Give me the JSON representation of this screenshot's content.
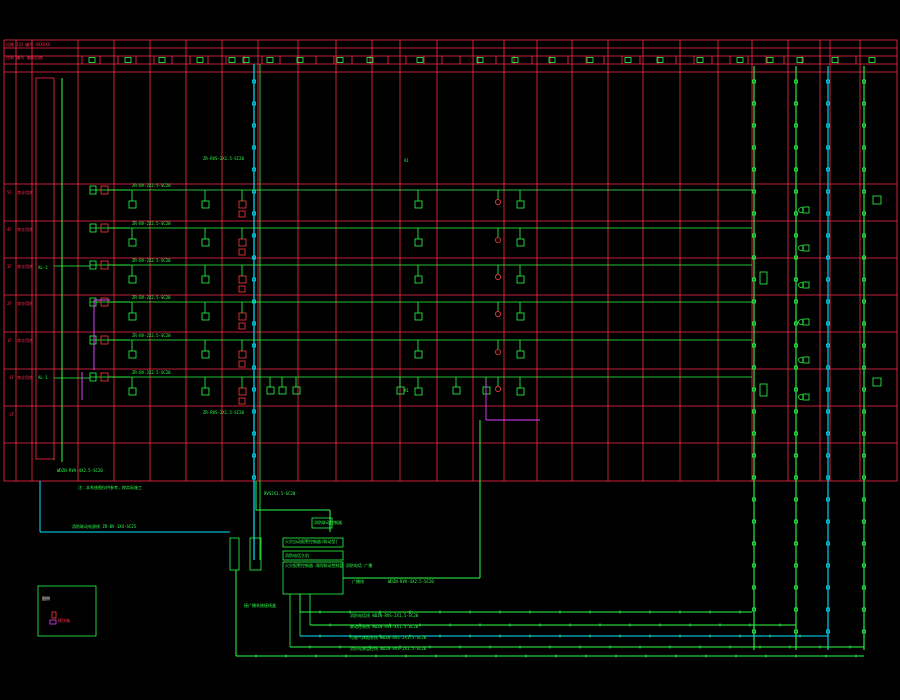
{
  "colors": {
    "background": "#000000",
    "grid": "#ff2a4a",
    "wire": "#2bff4a",
    "riser": "#00e5ff",
    "device": "#ff3a3a",
    "magenta": "#e040fb",
    "white": "#ffffff"
  },
  "header": {
    "top_left_1": "回路 1回 编号 XXXXXX",
    "top_left_2": "控制 编号 编制回路"
  },
  "floors": [
    "5F",
    "4F",
    "3F",
    "2F",
    "1F",
    "-1F",
    "-2F"
  ],
  "floor_rooms": [
    "商业用房",
    "商业用房",
    "商业用房",
    "商业用房",
    "商业用房",
    "商业用房",
    ""
  ],
  "panels": {
    "p1": "AL-2",
    "p2": "AL-1"
  },
  "annotations": {
    "zone_5f": "ZR-BV-2X2.5-SC20",
    "zone_4f": "ZR-BV-2X2.5-SC20",
    "zone_3f": "ZR-BV-2X2.5-SC20",
    "zone_2f": "ZR-BV-2X2.5-SC20",
    "zone_1f": "ZR-BV-2X2.5-SC20",
    "zone_m1f": "ZR-BV-2X2.5-SC20",
    "bus_top": "ZR-RVS-2X1.5-SC20",
    "bus_bottom": "ZR-RVS-2X1.5-SC20",
    "tag_a1": "A1",
    "tag_a2": "A1",
    "riser_bottom": "WDZN-RVV-4X2.5-SC20"
  },
  "notes": {
    "note1": "注：本系统图仅供参考，按实际施工",
    "note2": "消防联动电源线 ZR-BV-3X4-SC25",
    "note3": "RVS2X1.5-SC20",
    "control_box": "消防联动控制器",
    "box_a": "火灾自动报警控制器(联动型)",
    "box_b": "消防电话主机",
    "box_c": "火灾报警控制器 消防联动控制盘 消防电话 广播",
    "broadcast": "广播线",
    "sub_note": "接广播系统接线盒"
  },
  "cables": [
    "WDZN-RVV-4X2.5-SC20",
    "消防电话线 WDZN-RVS-2X1.5-SC20",
    "联动控制线 WDZN-RVV-4X1.5-SC20",
    "可燃气体报警线 WDZN-RVS-2X1.5-SC20",
    "消防电源监控线 WDZN-RVS-2X1.5-SC20"
  ],
  "legend": {
    "title": "图例",
    "item": "模块箱"
  }
}
